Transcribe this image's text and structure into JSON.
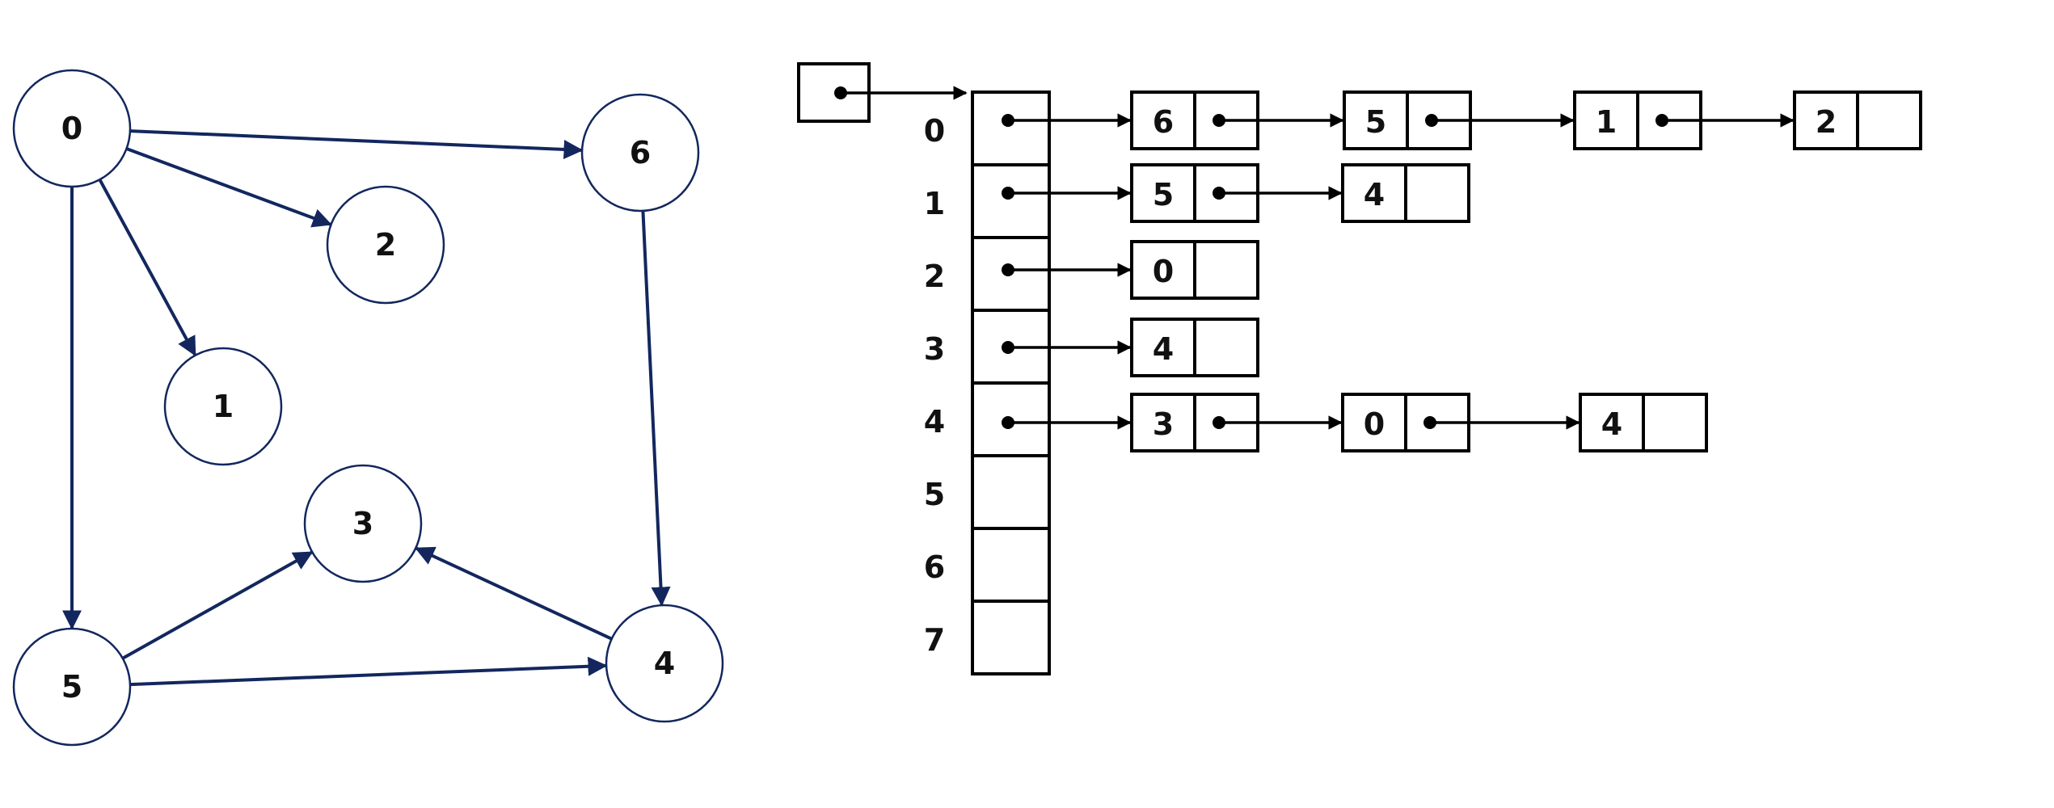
{
  "graph": {
    "stroke_color": "#13275e",
    "nodes": [
      {
        "id": "0",
        "label": "0"
      },
      {
        "id": "6",
        "label": "6"
      },
      {
        "id": "2",
        "label": "2"
      },
      {
        "id": "1",
        "label": "1"
      },
      {
        "id": "3",
        "label": "3"
      },
      {
        "id": "5",
        "label": "5"
      },
      {
        "id": "4",
        "label": "4"
      }
    ],
    "edges": [
      {
        "from": "0",
        "to": "6"
      },
      {
        "from": "0",
        "to": "2"
      },
      {
        "from": "0",
        "to": "1"
      },
      {
        "from": "0",
        "to": "5"
      },
      {
        "from": "6",
        "to": "4"
      },
      {
        "from": "5",
        "to": "3"
      },
      {
        "from": "5",
        "to": "4"
      },
      {
        "from": "4",
        "to": "3"
      }
    ]
  },
  "adjacency_list": {
    "indices": [
      "0",
      "1",
      "2",
      "3",
      "4",
      "5",
      "6",
      "7"
    ],
    "lists": [
      [
        "6",
        "5",
        "1",
        "2"
      ],
      [
        "5",
        "4"
      ],
      [
        "0"
      ],
      [
        "4"
      ],
      [
        "3",
        "0",
        "4"
      ],
      [],
      [],
      []
    ]
  }
}
